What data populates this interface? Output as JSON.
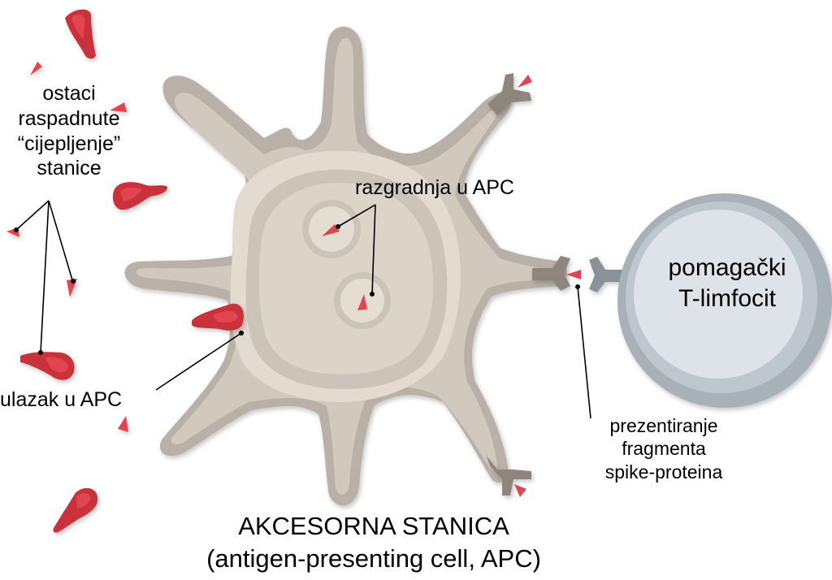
{
  "labels": {
    "debris": [
      "ostaci",
      "raspadnute",
      "“cijepljenje”",
      "stanice"
    ],
    "entry": "ulazak u APC",
    "degradation": "razgradnja u APC",
    "t_cell": [
      "pomagački",
      "T-limfocit"
    ],
    "presentation": [
      "prezentiranje",
      "fragmenta",
      "spike-proteina"
    ],
    "title": "AKCESORNA STANICA",
    "subtitle": "(antigen-presenting cell, APC)"
  },
  "colors": {
    "spike_red": "#c9303a",
    "spike_light": "#e2454f",
    "apc_outer": "#b9b1a7",
    "apc_mid": "#d1c9be",
    "apc_inner": "#e3dbd0",
    "apc_nucleus": "#ddd4c8",
    "receptor_apc": "#8e857c",
    "receptor_t": "#8a9299",
    "tcell_outer": "#a9b1b8",
    "tcell_mid": "#bfc7ce",
    "tcell_core": "#dde3e8",
    "leader": "#000000"
  }
}
